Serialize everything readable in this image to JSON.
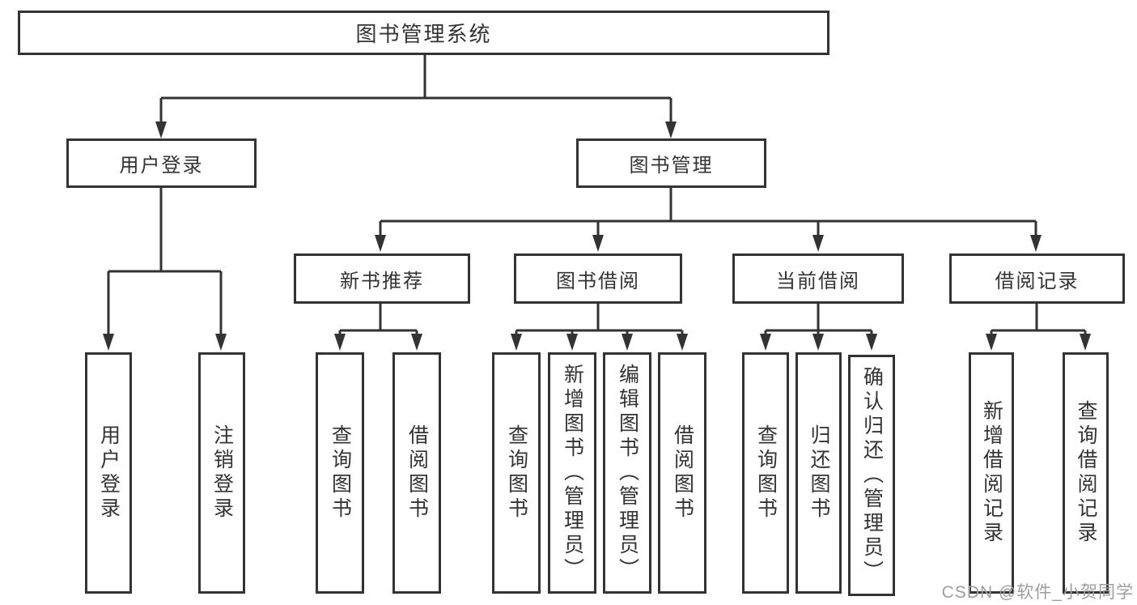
{
  "diagram": {
    "title": "图书管理系统",
    "level2": [
      {
        "label": "用户登录"
      },
      {
        "label": "图书管理"
      }
    ],
    "level3": [
      {
        "label": "新书推荐",
        "parent": "图书管理"
      },
      {
        "label": "图书借阅",
        "parent": "图书管理"
      },
      {
        "label": "当前借阅",
        "parent": "图书管理"
      },
      {
        "label": "借阅记录",
        "parent": "图书管理"
      }
    ],
    "leaves": [
      {
        "label": "用户登录",
        "parent": "用户登录"
      },
      {
        "label": "注销登录",
        "parent": "用户登录"
      },
      {
        "label": "查询图书",
        "parent": "新书推荐"
      },
      {
        "label": "借阅图书",
        "parent": "新书推荐"
      },
      {
        "label": "查询图书",
        "parent": "图书借阅"
      },
      {
        "label": "新增图书（管理员）",
        "parent": "图书借阅"
      },
      {
        "label": "编辑图书（管理员）",
        "parent": "图书借阅"
      },
      {
        "label": "借阅图书",
        "parent": "图书借阅"
      },
      {
        "label": "查询图书",
        "parent": "当前借阅"
      },
      {
        "label": "归还图书",
        "parent": "当前借阅"
      },
      {
        "label": "确认归还（管理员）",
        "parent": "当前借阅"
      },
      {
        "label": "新增借阅记录",
        "parent": "借阅记录"
      },
      {
        "label": "查询借阅记录",
        "parent": "借阅记录"
      }
    ]
  },
  "watermark": {
    "text": "CSDN @软件_小贺同学"
  },
  "colors": {
    "line": "#333333",
    "text": "#333333",
    "box_background": "#ffffff",
    "watermark": "#9e9e9e",
    "page_background": "#ffffff"
  }
}
